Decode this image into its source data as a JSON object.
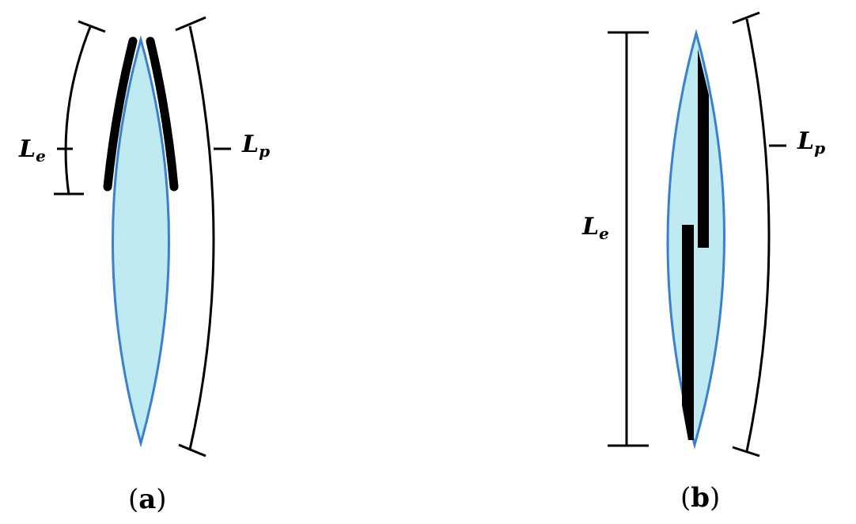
{
  "panel_a": {
    "le_label": {
      "main": "L",
      "sub": "e"
    },
    "lp_label": {
      "main": "L",
      "sub": "p"
    },
    "caption": {
      "open": "(",
      "letter": "a",
      "close": ")"
    }
  },
  "panel_b": {
    "le_label": {
      "main": "L",
      "sub": "e"
    },
    "lp_label": {
      "main": "L",
      "sub": "p"
    },
    "caption": {
      "open": "(",
      "letter": "b",
      "close": ")"
    }
  },
  "colors": {
    "lens_fill": "#bfeaf2",
    "lens_outline": "#3a7fd0",
    "electrode": "#000000"
  }
}
